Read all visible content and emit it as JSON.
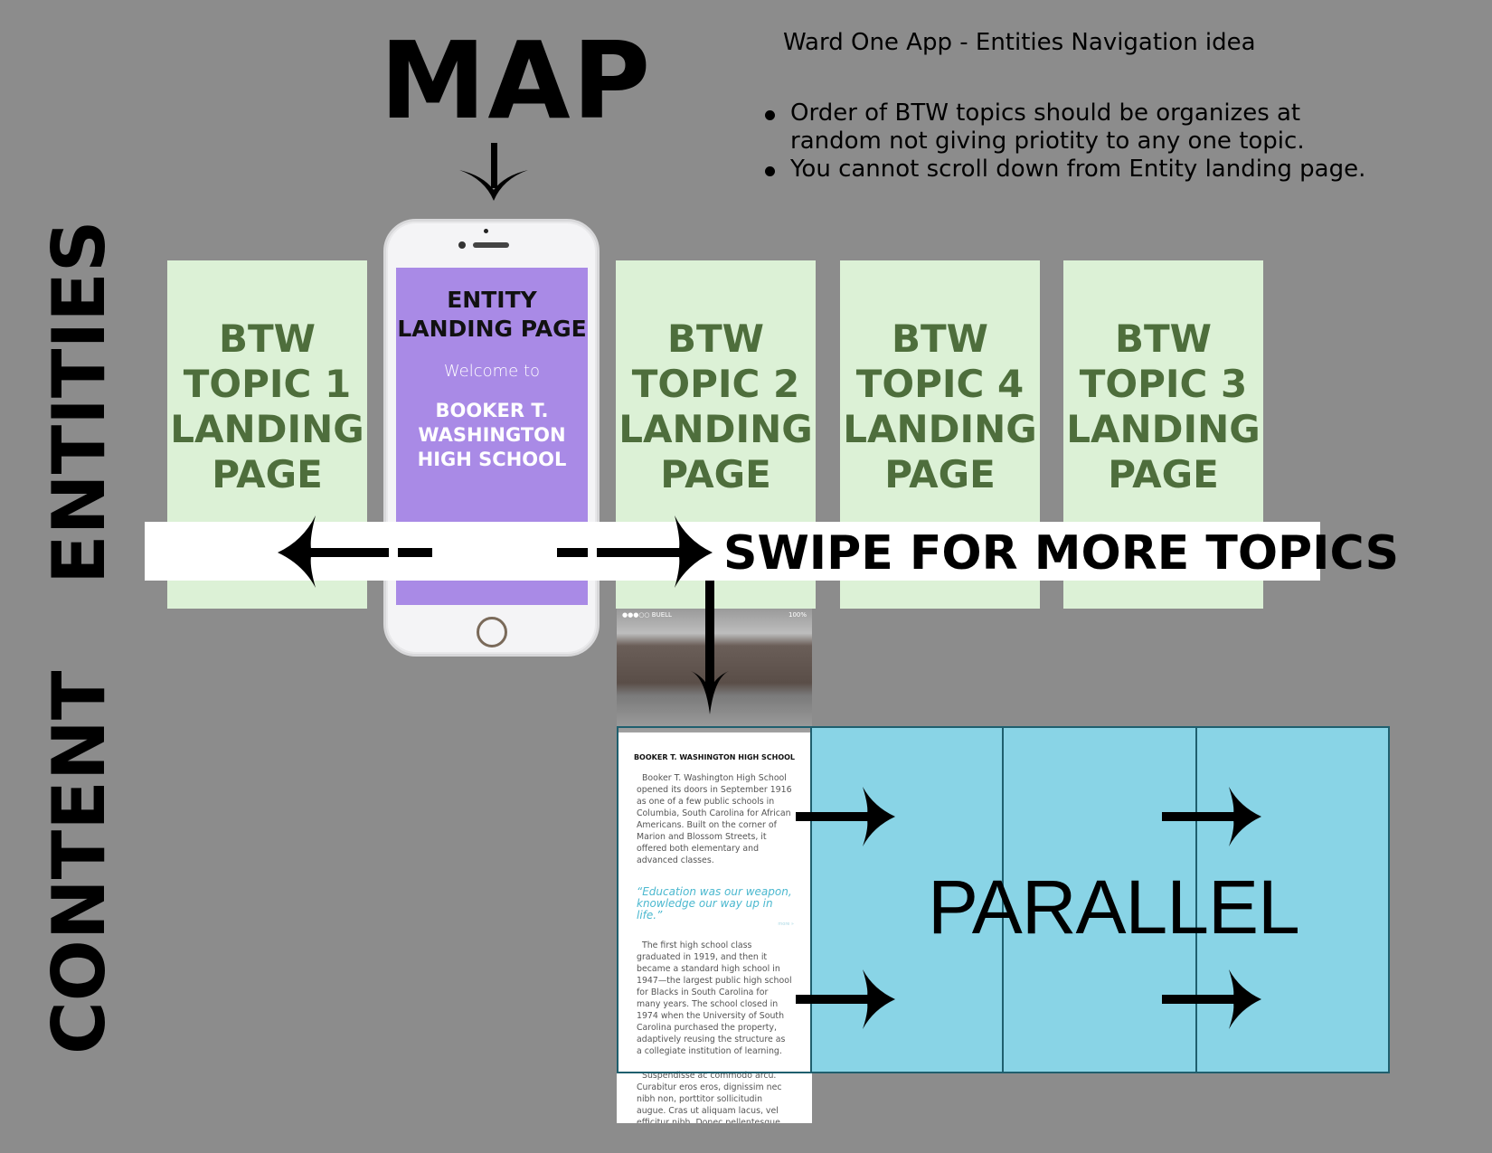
{
  "header": {
    "map_label": "MAP",
    "note_title": "Ward One App - Entities Navigation idea",
    "bullets": [
      "Order of BTW topics should be organizes at random not giving priotity to any one topic.",
      "You cannot scroll down from Entity landing page."
    ]
  },
  "rows": {
    "entities": "ENTITIES",
    "content": "CONTENT"
  },
  "cards": [
    {
      "lines": [
        "BTW",
        "TOPIC 1",
        "LANDING",
        "PAGE"
      ]
    },
    {
      "lines": [
        "BTW",
        "TOPIC 2",
        "LANDING",
        "PAGE"
      ]
    },
    {
      "lines": [
        "BTW",
        "TOPIC 4",
        "LANDING",
        "PAGE"
      ]
    },
    {
      "lines": [
        "BTW",
        "TOPIC 3",
        "LANDING",
        "PAGE"
      ]
    }
  ],
  "phone": {
    "title_1": "ENTITY",
    "title_2": "LANDING PAGE",
    "welcome": "Welcome to",
    "school_1": "BOOKER T.",
    "school_2": "WASHINGTON",
    "school_3": "HIGH SCHOOL"
  },
  "swipe_label": "SWIPE FOR MORE TOPICS",
  "content_page": {
    "status_left": "●●●○○ BUELL",
    "status_right": "100%",
    "heading": "BOOKER T. WASHINGTON HIGH SCHOOL",
    "p1": "Booker T. Washington High School opened its doors in September 1916 as one of a few public schools in Columbia, South Carolina for African Americans. Built on the corner of Marion and Blossom Streets, it offered both elementary and advanced classes.",
    "quote": "“Education was our weapon, knowledge our way up in life.”",
    "more": "more »",
    "p2": "The first high school class graduated in 1919, and then it became a standard high school in 1947—the largest public high school for Blacks in South Carolina for many years. The school closed in 1974 when the University of South Carolina purchased the property, adaptively reusing the structure as a collegiate institution of learning.",
    "p3": "Suspendisse ac commodo arcu. Curabitur eros eros, dignissim nec nibh non, porttitor sollicitudin augue. Cras ut aliquam lacus, vel efficitur nibh. Donec pellentesque mollis justo eget mattis. Nullam dignissim hendrerit ante, at cursus erat volutpat volutpat."
  },
  "parallel_label": "PARALLEL",
  "colors": {
    "background": "#8c8c8c",
    "card": "#dcf1d6",
    "card_text": "#4e6e3c",
    "phone_screen": "#a98ae6",
    "parallel": "#89d4e6",
    "quote": "#4bb8cf"
  }
}
